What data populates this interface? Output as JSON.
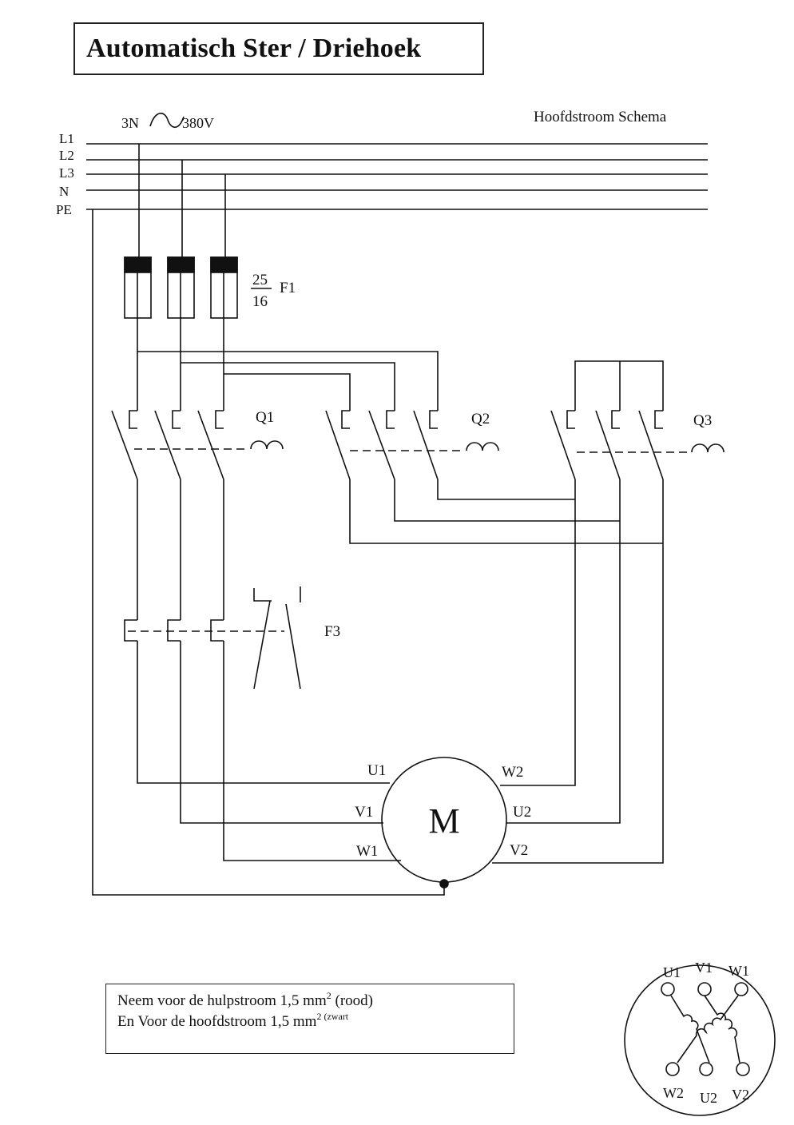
{
  "title": "Automatisch Ster / Driehoek",
  "header": {
    "supply": "3N",
    "voltage": "380V",
    "schema_title": "Hoofdstroom Schema"
  },
  "buses": {
    "l1": "L1",
    "l2": "L2",
    "l3": "L3",
    "n": "N",
    "pe": "PE"
  },
  "fuse": {
    "rating_top": "25",
    "rating_bottom": "16",
    "label": "F1"
  },
  "contactors": {
    "q1": "Q1",
    "q2": "Q2",
    "q3": "Q3"
  },
  "overload": {
    "label": "F3"
  },
  "motor": {
    "label": "M",
    "u1": "U1",
    "v1": "V1",
    "w1": "W1",
    "w2": "W2",
    "u2": "U2",
    "v2": "V2"
  },
  "terminal_box": {
    "u1": "U1",
    "v1": "V1",
    "w1": "W1",
    "w2": "W2",
    "u2": "U2",
    "v2": "V2"
  },
  "note": {
    "line1_text": "Neem voor de hulpstroom 1,5 mm",
    "line1_sup": "2",
    "line1_suffix": "(rood)",
    "line2_text": "En Voor de hoofdstroom 1,5 mm",
    "line2_sup": "2 (zwart"
  }
}
